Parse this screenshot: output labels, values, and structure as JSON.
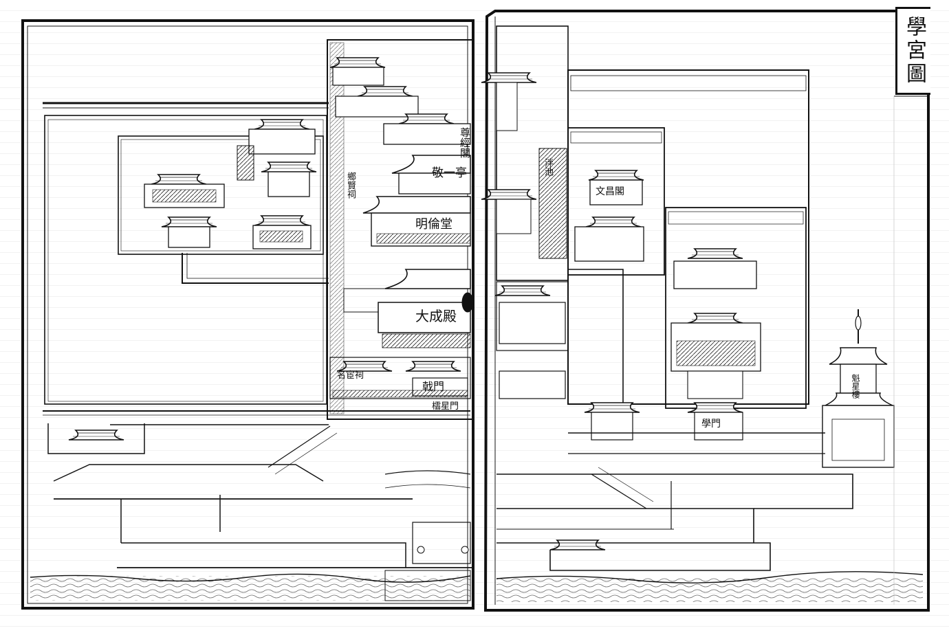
{
  "page": {
    "title": "學宮圖",
    "colors": {
      "ink": "#111111",
      "paper": "#ffffff",
      "rule": "#b9b9b9"
    }
  },
  "labels": {
    "main_hall": "大成殿",
    "lecture_hall": "明倫堂",
    "pavilion": "敬一亭",
    "respect_pavilion": "尊經閣",
    "inner_gate": "戟門",
    "ling_xing_gate": "櫺星門",
    "ancestor_shrine": "名宦祠",
    "xian_shrine": "鄉賢祠",
    "library": "文昌閣",
    "kui_xing": "魁星樓",
    "learn_gate": "學門",
    "pan_pool": "泮池"
  }
}
